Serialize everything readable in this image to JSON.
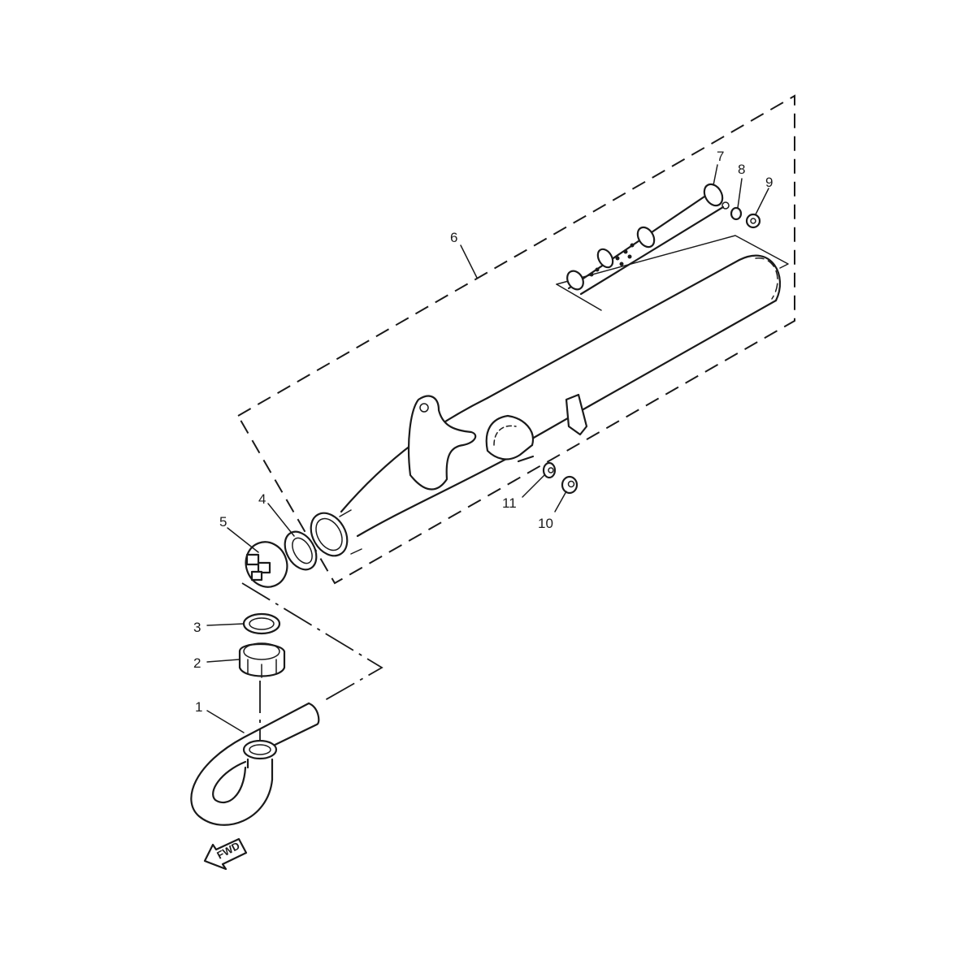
{
  "diagram": {
    "type": "exploded-parts-diagram",
    "subject": "Exhaust system (muffler assembly)",
    "direction_indicator": {
      "label": "FWD",
      "icon": "forward-arrow-icon"
    },
    "callouts": [
      {
        "number": "1",
        "part": "exhaust-pipe"
      },
      {
        "number": "2",
        "part": "ring-nut"
      },
      {
        "number": "3",
        "part": "gasket"
      },
      {
        "number": "4",
        "part": "gasket-ring"
      },
      {
        "number": "5",
        "part": "castle-nut"
      },
      {
        "number": "6",
        "part": "muffler-assembly"
      },
      {
        "number": "7",
        "part": "baffle-insert"
      },
      {
        "number": "8",
        "part": "lock-washer"
      },
      {
        "number": "9",
        "part": "nut"
      },
      {
        "number": "10",
        "part": "nut"
      },
      {
        "number": "11",
        "part": "washer"
      }
    ],
    "colors": {
      "line": "#1a1a1a",
      "background": "#ffffff"
    }
  }
}
